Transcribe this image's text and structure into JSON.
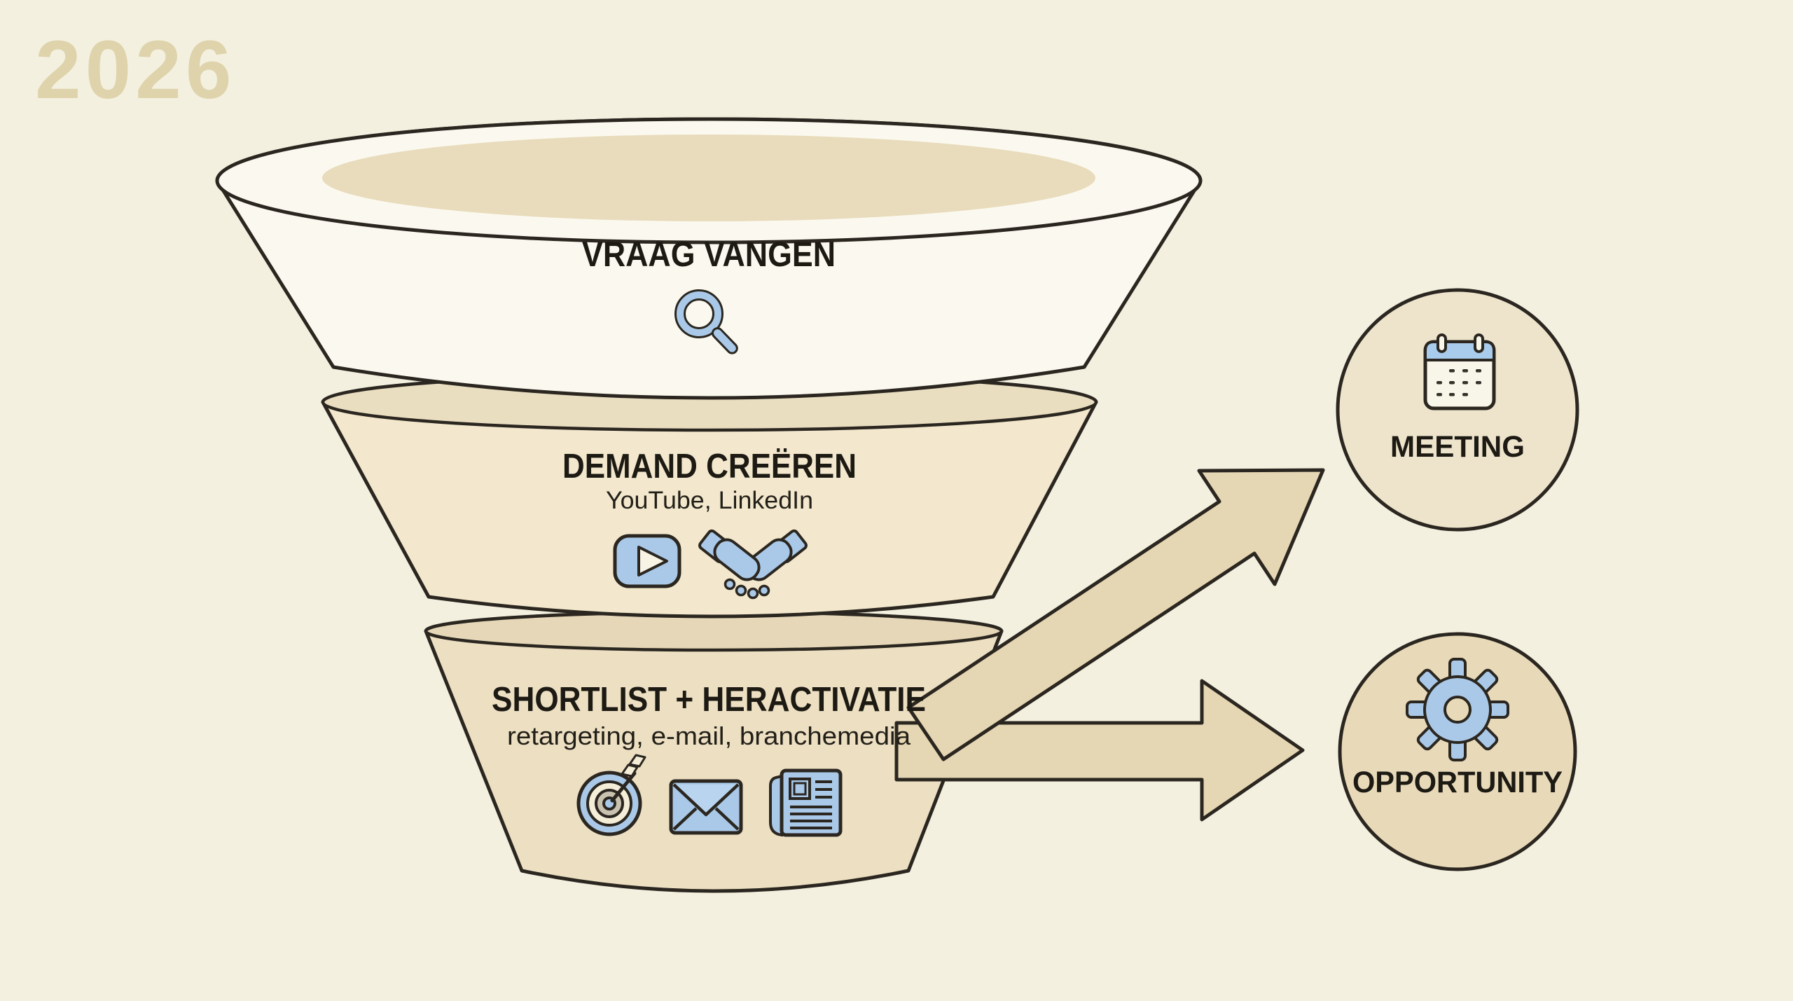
{
  "watermark": {
    "year": "2026"
  },
  "funnel": {
    "stages": [
      {
        "label": "VRAAG VANGEN",
        "icons": [
          "search-icon"
        ]
      },
      {
        "label": "DEMAND CREËREN",
        "sublabel": "YouTube, LinkedIn",
        "icons": [
          "youtube-play-icon",
          "handshake-icon"
        ]
      },
      {
        "label": "SHORTLIST + HERACTIVATIE",
        "sublabel": "retargeting, e-mail, branchemedia",
        "icons": [
          "target-dart-icon",
          "email-envelope-icon",
          "newspaper-icon"
        ]
      }
    ]
  },
  "outcomes": [
    {
      "label": "MEETING",
      "icon": "calendar-icon"
    },
    {
      "label": "OPPORTUNITY",
      "icon": "gear-icon"
    }
  ],
  "colors": {
    "background": "#f3f0e0",
    "outline": "#2b2720",
    "tier1_body": "#fbf9ef",
    "tier1_top": "#e9dcbd",
    "tier2_body": "#f3e8cd",
    "tier2_rim": "#eadec1",
    "tier3_body": "#ecdfc2",
    "tier3_rim": "#e5d7b7",
    "arrow": "#e6d7b4",
    "meeting_circle": "#eee4cc",
    "opportunity_circle": "#e8dab9",
    "icon_blue": "#aac9e8",
    "icon_blue_light": "#b9d4ee",
    "icon_cream": "#f4edd8",
    "text": "#1d1a14",
    "watermark": "#dccfa4"
  }
}
